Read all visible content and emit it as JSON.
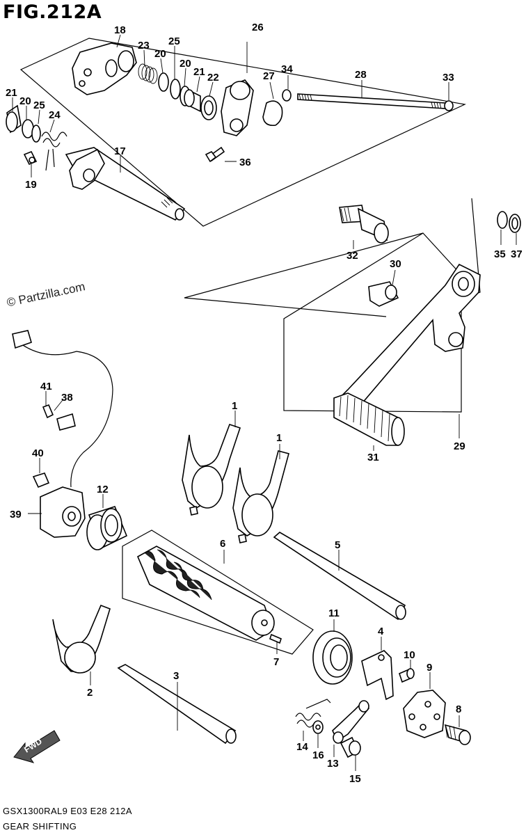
{
  "figure": {
    "title": "FIG.212A",
    "watermark": "© Partzilla.com",
    "footer_code": "GSX1300RAL9  E03  E28  212A",
    "footer_name": "GEAR SHIFTING",
    "fwd_label": "FWD"
  },
  "callouts": [
    "1",
    "1",
    "2",
    "3",
    "4",
    "5",
    "6",
    "7",
    "8",
    "9",
    "10",
    "11",
    "12",
    "13",
    "14",
    "15",
    "16",
    "17",
    "18",
    "19",
    "20",
    "20",
    "20",
    "21",
    "21",
    "22",
    "23",
    "24",
    "25",
    "25",
    "26",
    "27",
    "28",
    "29",
    "30",
    "31",
    "32",
    "33",
    "34",
    "35",
    "36",
    "37",
    "38",
    "39",
    "40",
    "41"
  ]
}
